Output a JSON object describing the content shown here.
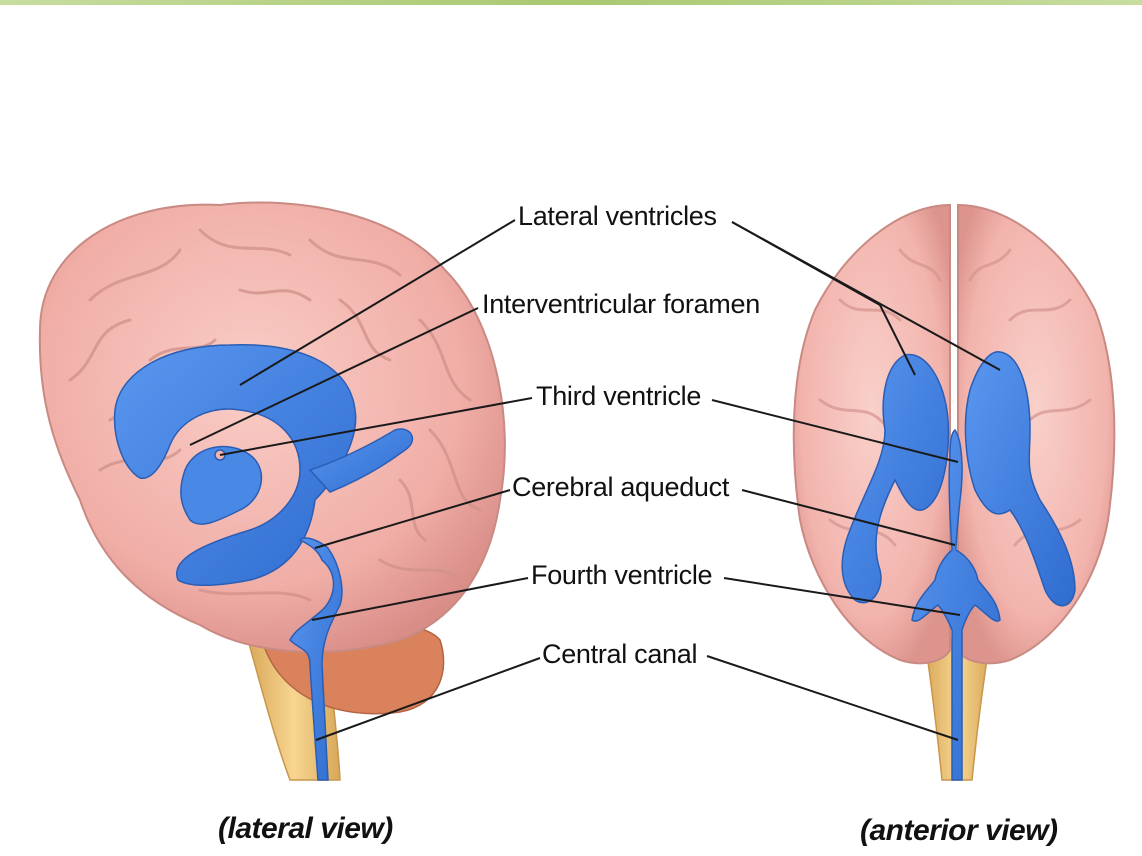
{
  "labels": {
    "lateral_ventricles": "Lateral ventricles",
    "interventricular_foramen": "Interventricular foramen",
    "third_ventricle": "Third ventricle",
    "cerebral_aqueduct": "Cerebral aqueduct",
    "fourth_ventricle": "Fourth ventricle",
    "central_canal": "Central canal"
  },
  "captions": {
    "lateral": "(lateral view)",
    "anterior": "(anterior view)"
  },
  "colors": {
    "brain": "#f2b3ad",
    "ventricle": "#3f7fe0",
    "brainstem": "#f0c878",
    "cerebellum": "#d97f5a",
    "accent_band": "#a9c871"
  }
}
